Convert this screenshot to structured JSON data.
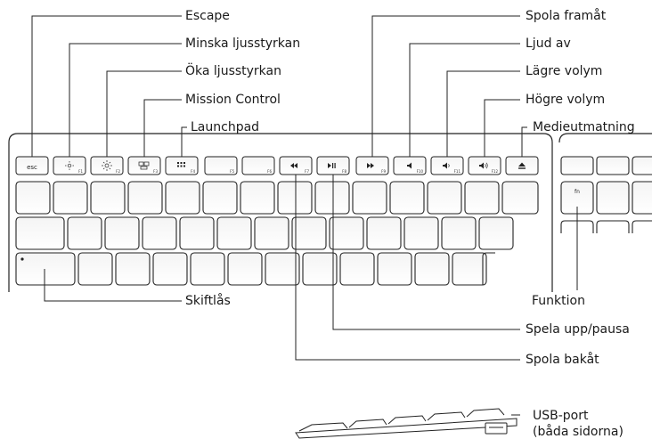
{
  "labels": {
    "escape": "Escape",
    "brightness_down": "Minska ljusstyrkan",
    "brightness_up": "Öka ljusstyrkan",
    "mission_control": "Mission Control",
    "launchpad": "Launchpad",
    "fast_forward": "Spola framåt",
    "mute": "Ljud av",
    "volume_down": "Lägre volym",
    "volume_up": "Högre volym",
    "media_eject": "Medieutmatning",
    "function": "Funktion",
    "caps_lock": "Skiftlås",
    "play_pause": "Spela upp/pausa",
    "rewind": "Spola bakåt",
    "usb_port_line1": "USB-port",
    "usb_port_line2": "(båda sidorna)"
  },
  "keycaps": {
    "esc": "esc",
    "fn": "fn",
    "f1": "F1",
    "f2": "F2",
    "f3": "F3",
    "f4": "F4",
    "f5": "F5",
    "f6": "F6",
    "f7": "F7",
    "f8": "F8",
    "f9": "F9",
    "f10": "F10",
    "f11": "F11",
    "f12": "F12"
  }
}
